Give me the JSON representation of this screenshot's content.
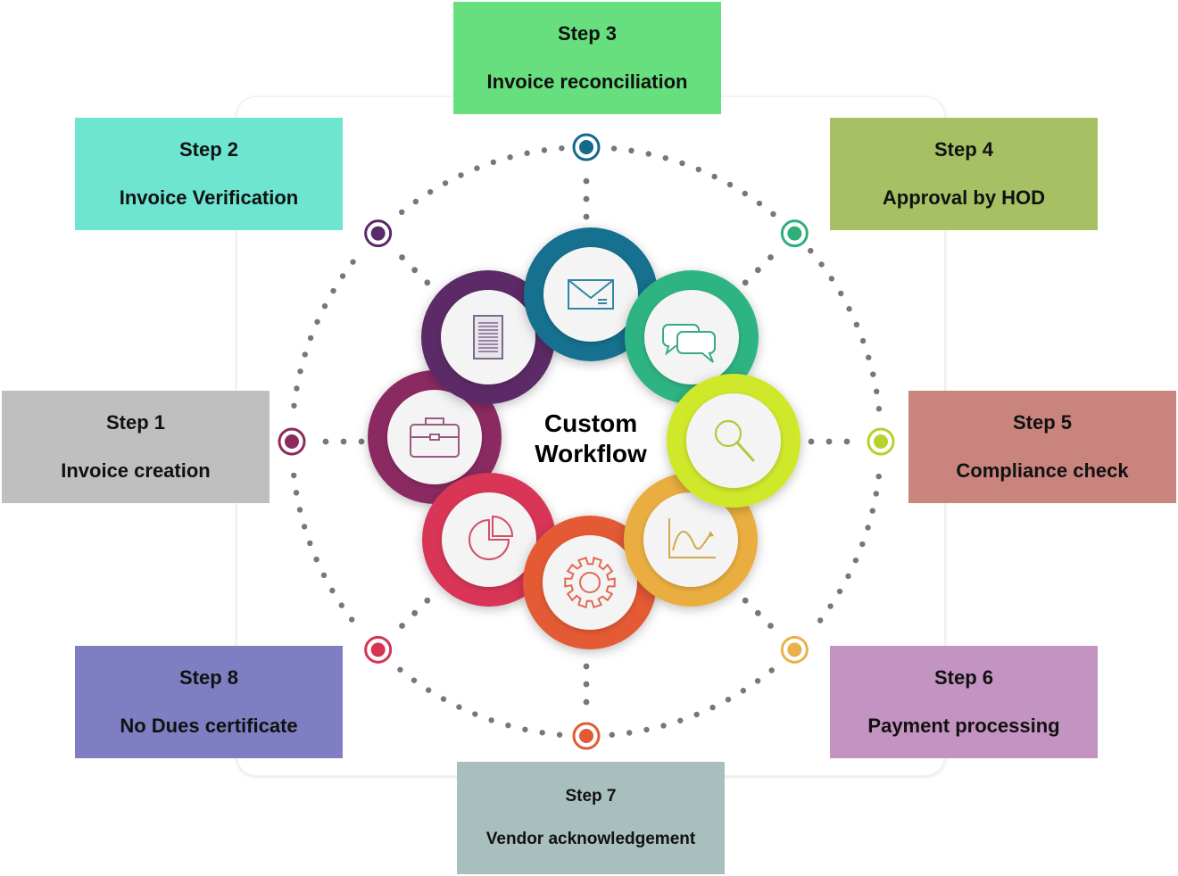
{
  "center": {
    "line1": "Custom",
    "line2": "Workflow"
  },
  "steps": [
    {
      "num": "Step 1",
      "name": "Invoice creation",
      "color": "#bfbfbf",
      "node_color": "#8e2a5e"
    },
    {
      "num": "Step 2",
      "name": "Invoice Verification",
      "color": "#6de5d0",
      "node_color": "#5a2a6a"
    },
    {
      "num": "Step 3",
      "name": "Invoice reconciliation",
      "color": "#68df7e",
      "node_color": "#14698c"
    },
    {
      "num": "Step 4",
      "name": "Approval by HOD",
      "color": "#a8c064",
      "node_color": "#2fae7a"
    },
    {
      "num": "Step 5",
      "name": "Compliance check",
      "color": "#c9847e",
      "node_color": "#b7d22a"
    },
    {
      "num": "Step 6",
      "name": "Payment processing",
      "color": "#c393c1",
      "node_color": "#e8b14a"
    },
    {
      "num": "Step 7",
      "name": "Vendor acknowledgement",
      "color": "#a9bfbe",
      "node_color": "#e25a36"
    },
    {
      "num": "Step 8",
      "name": "No Dues certificate",
      "color": "#807ec3",
      "node_color": "#d63553"
    }
  ],
  "rings": [
    {
      "icon": "document-icon",
      "color": "#5b2a66",
      "icon_color": "#7a6a8a"
    },
    {
      "icon": "envelope-icon",
      "color": "#15708f",
      "icon_color": "#2d86a4"
    },
    {
      "icon": "chat-bubbles-icon",
      "color": "#2db482",
      "icon_color": "#3aa98a"
    },
    {
      "icon": "magnifier-icon",
      "color": "#cfe82a",
      "icon_color": "#b9c73d"
    },
    {
      "icon": "line-chart-icon",
      "color": "#eaae40",
      "icon_color": "#d4a84a"
    },
    {
      "icon": "gear-icon",
      "color": "#e45a36",
      "icon_color": "#e06a55"
    },
    {
      "icon": "pie-chart-icon",
      "color": "#d93457",
      "icon_color": "#d05066"
    },
    {
      "icon": "briefcase-icon",
      "color": "#8b2c62",
      "icon_color": "#9a5a84"
    }
  ]
}
